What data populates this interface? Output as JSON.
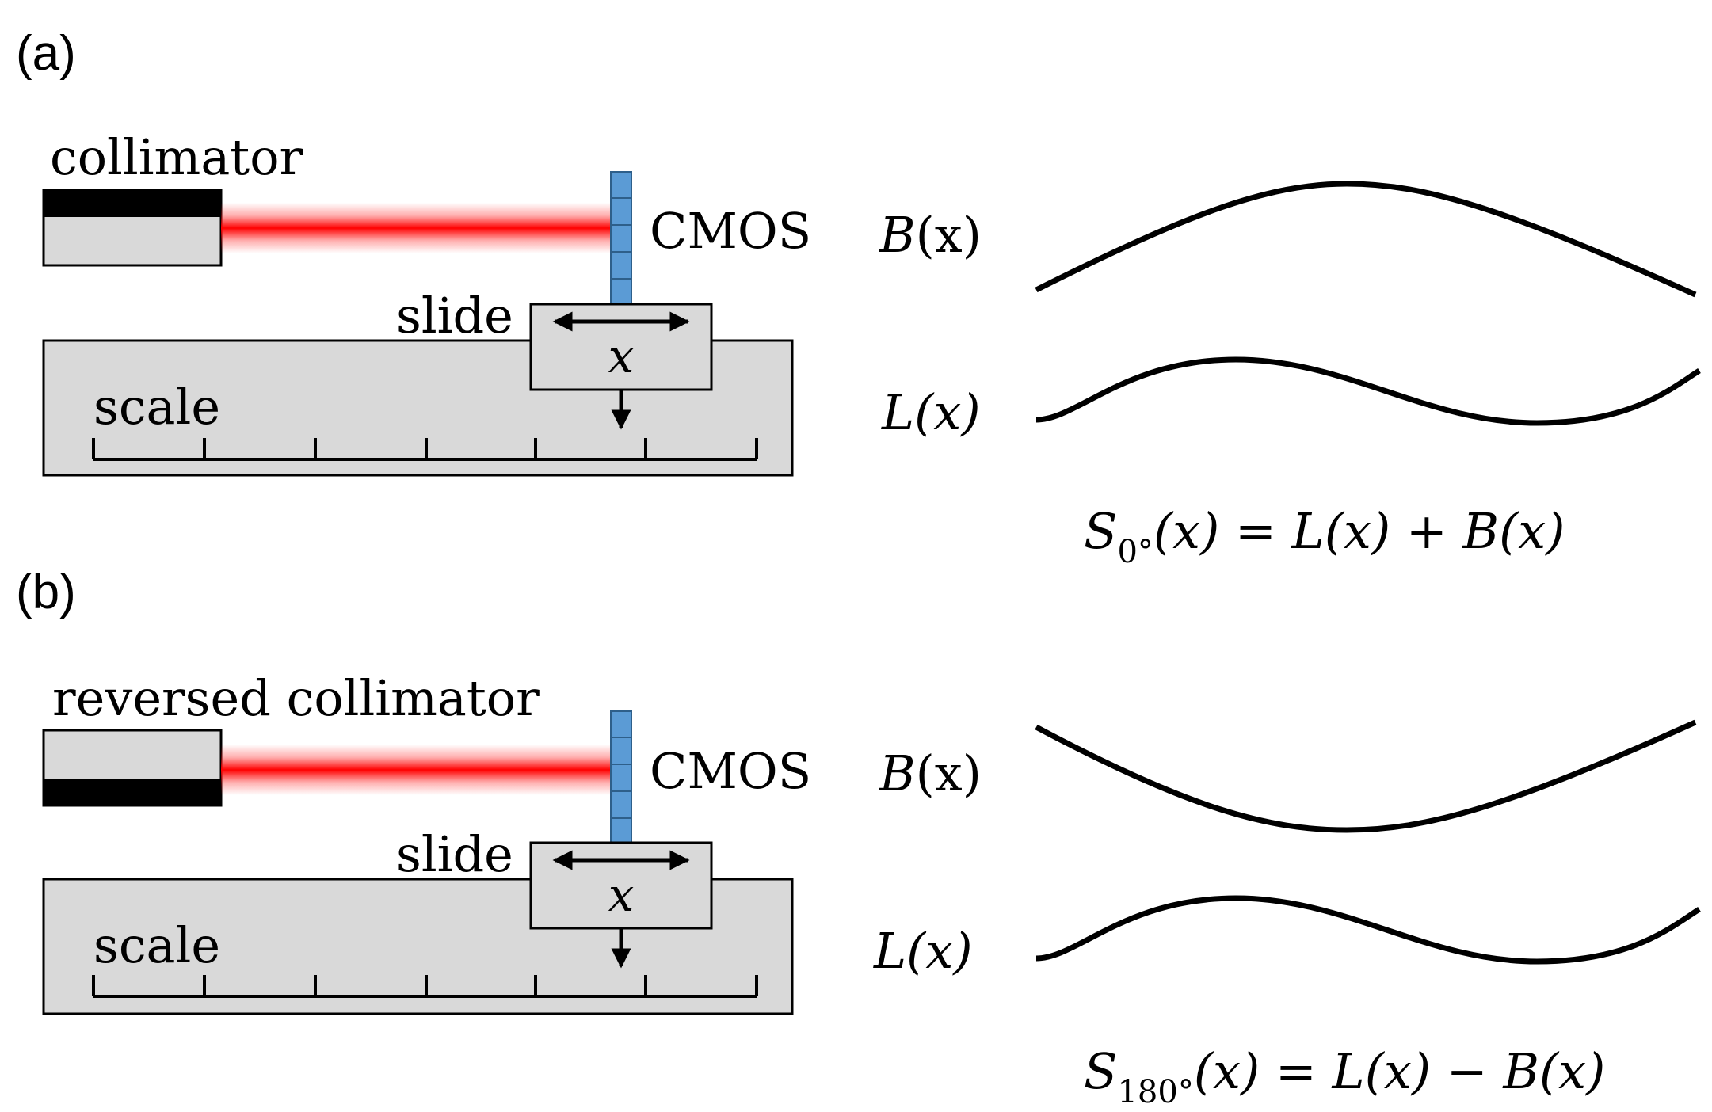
{
  "panel_a": {
    "label": "(a)",
    "collimator_label": "collimator",
    "detector_label": "CMOS",
    "slide_label": "slide",
    "slide_var": "x",
    "scale_label": "scale",
    "b_name": "B",
    "b_arg": "(x)",
    "l_label": "L(x)",
    "eq_s": "S",
    "eq_sub": "0°",
    "eq_rest": "(x) = L(x) + B(x)"
  },
  "panel_b": {
    "label": "(b)",
    "collimator_label": "reversed collimator",
    "detector_label": "CMOS",
    "slide_label": "slide",
    "slide_var": "x",
    "scale_label": "scale",
    "b_name": "B",
    "b_arg": "(x)",
    "l_label": "L(x)",
    "eq_s": "S",
    "eq_sub": "180°",
    "eq_rest": "(x) = L(x) − B(x)"
  },
  "colors": {
    "beam": "#ff1a1a",
    "detector": "#5b9bd5",
    "housing": "#d9d9d9",
    "dark": "#000000"
  }
}
